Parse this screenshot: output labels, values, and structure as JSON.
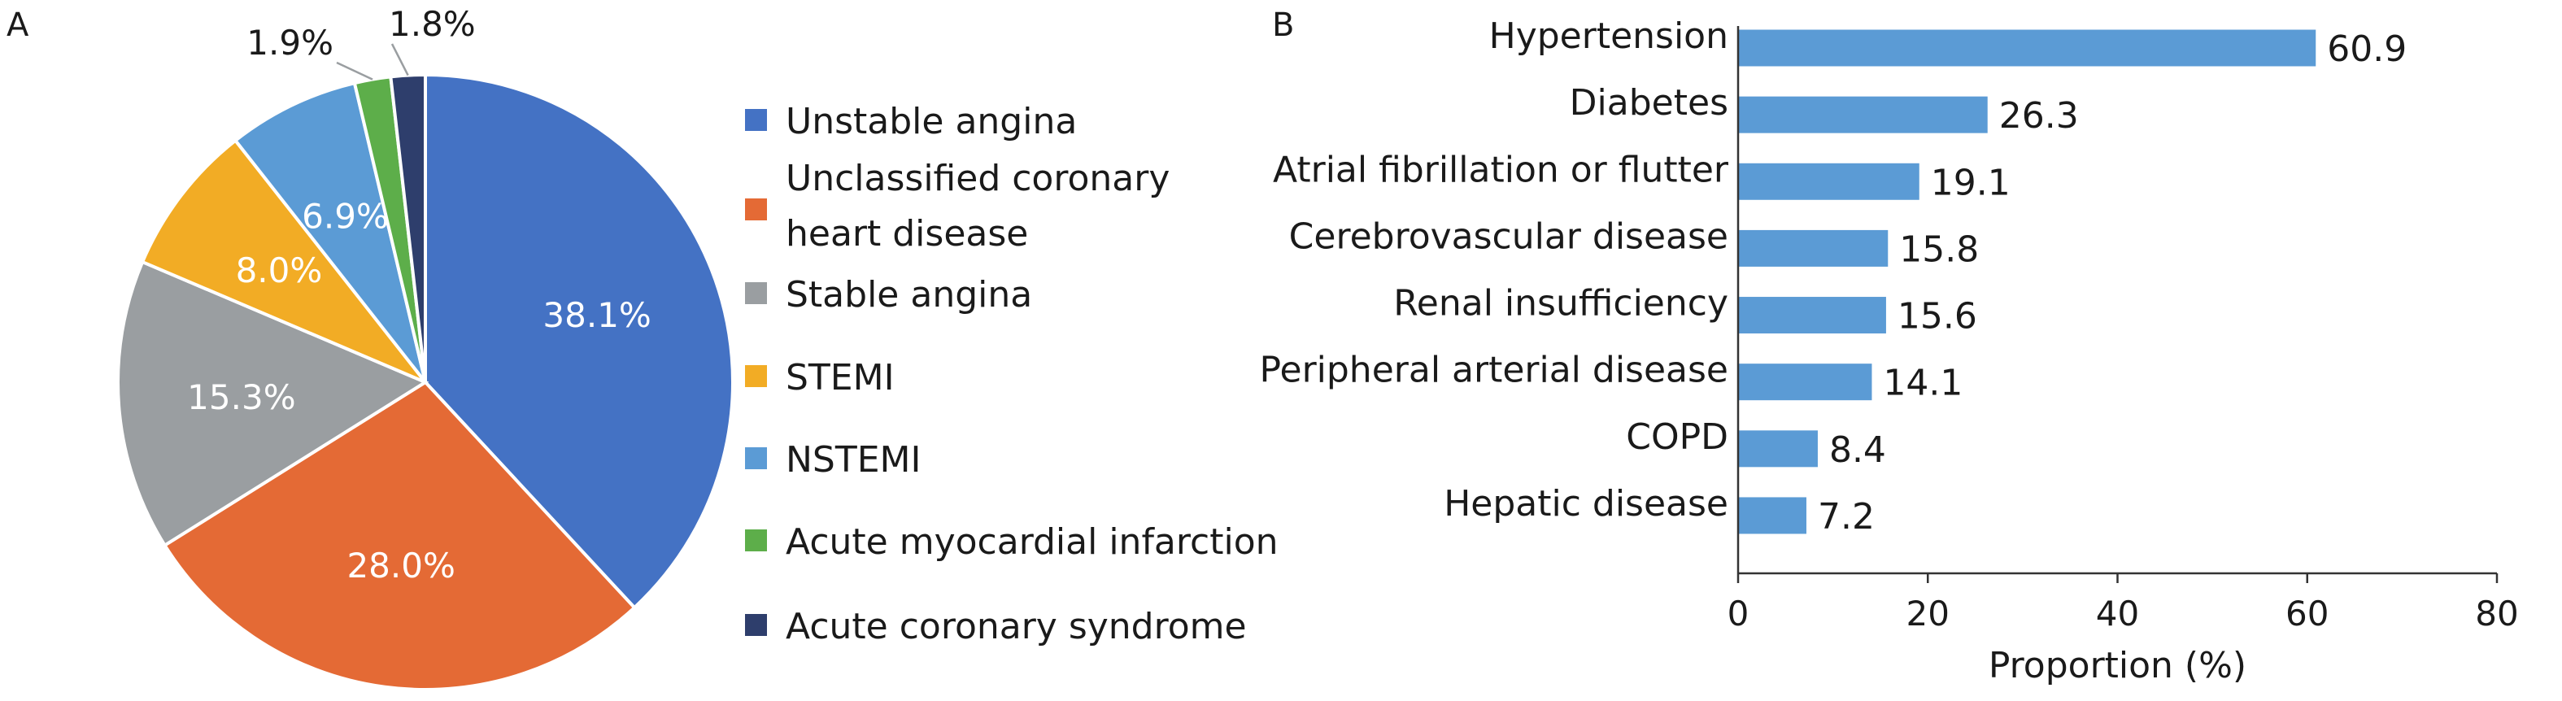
{
  "panels": {
    "a": "A",
    "b": "B"
  },
  "chart_data": [
    {
      "type": "pie",
      "panel": "A",
      "slices": [
        {
          "name": "Unstable angina",
          "label": "38.1%",
          "value": 38.1,
          "color": "#4472C4"
        },
        {
          "name": "Unclassified coronary heart disease",
          "legend_lines": [
            "Unclassified coronary",
            "heart disease"
          ],
          "label": "28.0%",
          "value": 28.0,
          "color": "#E46A35"
        },
        {
          "name": "Stable angina",
          "label": "15.3%",
          "value": 15.3,
          "color": "#9A9EA1"
        },
        {
          "name": "STEMI",
          "label": "8.0%",
          "value": 8.0,
          "color": "#F2AC25"
        },
        {
          "name": "NSTEMI",
          "label": "6.9%",
          "value": 6.9,
          "color": "#5B9BD5"
        },
        {
          "name": "Acute myocardial infarction",
          "label": "1.9%",
          "value": 1.9,
          "color": "#5DAE4A"
        },
        {
          "name": "Acute coronary syndrome",
          "label": "1.8%",
          "value": 1.8,
          "color": "#2E3E6C"
        }
      ],
      "legend_position": "right"
    },
    {
      "type": "bar",
      "panel": "B",
      "orientation": "horizontal",
      "categories": [
        "Hypertension",
        "Diabetes",
        "Atrial fibrillation or flutter",
        "Cerebrovascular disease",
        "Renal insufficiency",
        "Peripheral arterial disease",
        "COPD",
        "Hepatic disease"
      ],
      "values": [
        60.9,
        26.3,
        19.1,
        15.8,
        15.6,
        14.1,
        8.4,
        7.2
      ],
      "value_labels": [
        "60.9",
        "26.3",
        "19.1",
        "15.8",
        "15.6",
        "14.1",
        "8.4",
        "7.2"
      ],
      "xlabel": "Proportion (%)",
      "xlim": [
        0,
        80
      ],
      "xticks": [
        "0",
        "20",
        "40",
        "60",
        "80"
      ],
      "bar_color": "#5B9BD5",
      "grid": false
    }
  ]
}
